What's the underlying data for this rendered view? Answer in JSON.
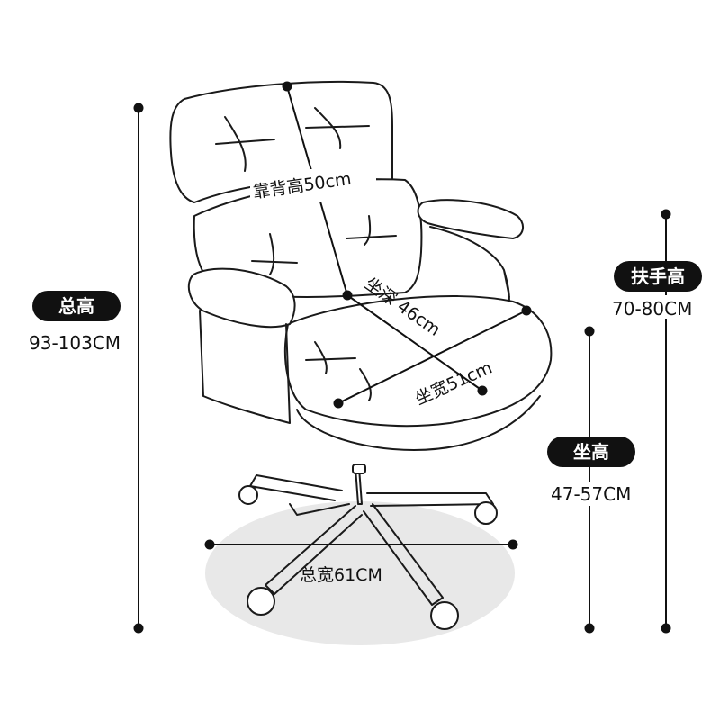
{
  "total_height": {
    "label": "总高",
    "value": "93-103CM"
  },
  "armrest_height": {
    "label": "扶手高",
    "value": "70-80CM"
  },
  "seat_height": {
    "label": "坐高",
    "value": "47-57CM"
  },
  "backrest_height": {
    "label": "靠背高50cm"
  },
  "seat_depth": {
    "label": "坐深 46cm"
  },
  "seat_width": {
    "label": "坐宽51cm"
  },
  "total_width": {
    "label": "总宽61CM"
  },
  "colors": {
    "ink": "#111111",
    "floor_shadow": "#e6e6e6",
    "pill_bg": "#111111",
    "pill_text": "#ffffff"
  }
}
